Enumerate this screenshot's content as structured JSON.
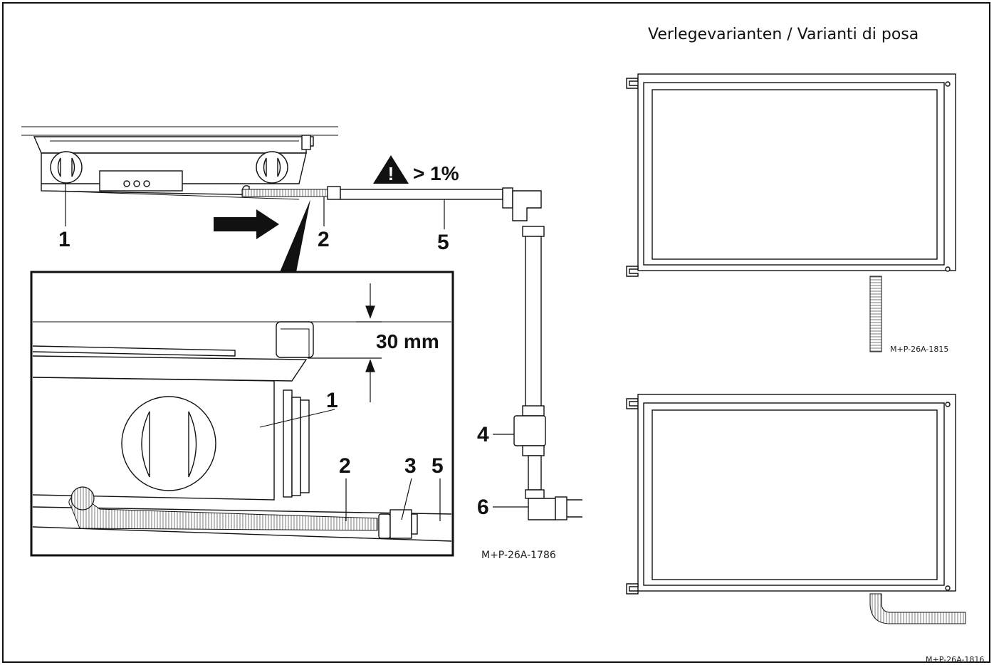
{
  "header": {
    "variants_title": "Verlegevarianten / Varianti di posa"
  },
  "main_diagram": {
    "labels": {
      "unit_top": "1",
      "hose_top": "2",
      "pipe_top": "5",
      "unit_detail": "1",
      "hose_detail": "2",
      "clamp_detail": "3",
      "pipe_detail": "5",
      "pump": "4",
      "tee": "6"
    },
    "slope": "> 1%",
    "dimension": "30 mm",
    "figure_code": "M+P-26A-1786"
  },
  "variants": {
    "top_code": "M+P-26A-1815",
    "bottom_code": "M+P-26A-1816"
  }
}
